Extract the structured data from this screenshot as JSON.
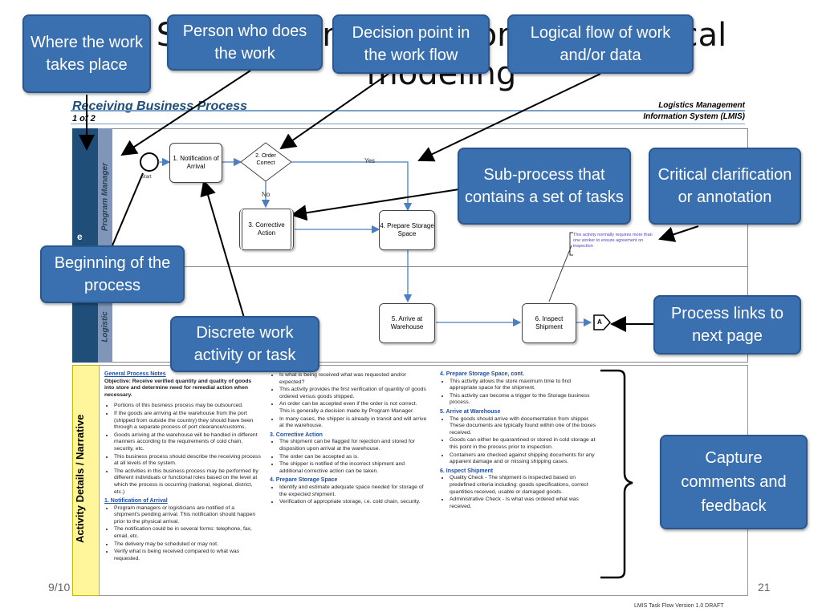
{
  "slide": {
    "title": "Swimlane notation for nontechnical modeling",
    "date": "9/10",
    "page_number": "21"
  },
  "doc": {
    "title": "Receiving Business Process",
    "page": "1 of 2",
    "org_line1": "Logistics Management",
    "org_line2": "Information System (LMIS)",
    "version": "LMIS Task Flow Version 1.0 DRAFT"
  },
  "lanes": {
    "group_label": "e",
    "pm": "Program Manager",
    "logistics": "Logistic",
    "narrative": "Activity Details / Narrative"
  },
  "flow": {
    "start_label": "Start",
    "t1": "1. Notification of Arrival",
    "d2": "2. Order Correct",
    "t3": "3. Corrective Action",
    "t4": "4. Prepare Storage Space",
    "t5": "5. Arrive at Warehouse",
    "t6": "6. Inspect Shipment",
    "yes": "Yes",
    "no": "No",
    "link": "A",
    "annotation": "This activity normally requires more than one worker to ensure agreement on inspection"
  },
  "callouts": {
    "where": "Where the work takes place",
    "person": "Person who does the work",
    "decision": "Decision point in the work flow",
    "logical": "Logical flow of work and/or data",
    "subprocess": "Sub-process that contains a set of tasks",
    "critical": "Critical clarification or annotation",
    "beginning": "Beginning of the process",
    "discrete": "Discrete work activity or task",
    "links": "Process links to next page",
    "capture": "Capture comments and feedback"
  },
  "narrative": {
    "col1": {
      "heading": "General Process Notes",
      "objective": "Objective: Receive verified quantity and quality of goods into store and determine need for remedial action when necessary.",
      "bullets": [
        "Portions of this business process may be outsourced.",
        "If the goods are arriving at the warehouse from the port (shipped from outside the country) they should have been through a separate process of port clearance/customs.",
        "Goods arriving at the warehouse will be handled in different manners according to the requirements of cold chain, security, etc.",
        "This business process should describe the receiving process at all levels of the system.",
        "The activities in this business process may be performed by different individuals or functional roles based on the level at which the process is occurring (national, regional, district, etc.)"
      ],
      "heading2": "1. Notification of Arrival",
      "bullets2": [
        "Program managers or logisticians are notified of a shipment's pending arrival. This notification should happen prior to the physical arrival.",
        "The notification could be in several forms: telephone, fax, email, etc.",
        "The delivery may be scheduled or may not.",
        "Verify what is being received compared to what was requested."
      ]
    },
    "col2": {
      "bullets": [
        "Is what is being received what was requested and/or expected?",
        "This activity provides the first verification of quantity of goods ordered versus goods shipped.",
        "An order can be accepted even if the order is not correct. This is generally a decision made by Program Manager.",
        "In many cases, the shipper is already in transit and will arrive at the warehouse."
      ],
      "heading2": "3. Corrective Action",
      "bullets2": [
        "The shipment can be flagged for rejection and stored for disposition upon arrival at the warehouse.",
        "The order can be accepted as is.",
        "The shipper is notified of the incorrect shipment and additional corrective action can be taken."
      ],
      "heading3": "4. Prepare Storage Space",
      "bullets3": [
        "Identify and estimate adequate space needed for storage of the expected shipment.",
        "Verification of appropriate storage, i.e. cold chain, security."
      ]
    },
    "col3": {
      "heading": "4. Prepare Storage Space, cont.",
      "bullets": [
        "This activity allows the store maximum time to find appropriate space for the shipment.",
        "This activity can become a trigger to the Storage business process."
      ],
      "heading2": "5. Arrive at Warehouse",
      "bullets2": [
        "The goods should arrive with documentation from shipper. These documents are typically found within one of the boxes received.",
        "Goods can either be quarantined or stored in cold storage at this point in the process prior to inspection.",
        "Containers are checked against shipping documents for any apparent damage and or missing shipping cases."
      ],
      "heading3": "6. Inspect Shipment",
      "bullets3": [
        "Quality Check - The shipment is inspected based on predefined criteria including: goods specifications, correct quantities received, usable or damaged goods.",
        "Administrative Check - Is what was ordered what was received."
      ]
    }
  },
  "colors": {
    "callout": "#3a6fb0",
    "lane_dark": "#1f4e79",
    "lane_label": "#7f96b8",
    "narrative_band": "#fff59a",
    "flow_arrow": "#4a7fc0"
  }
}
